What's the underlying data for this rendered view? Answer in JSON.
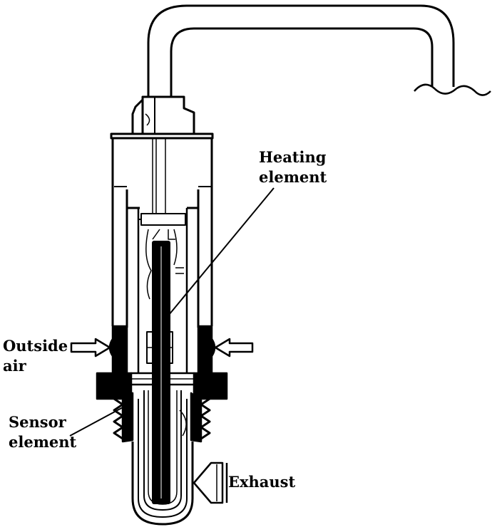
{
  "labels": {
    "heating_line1": "Heating",
    "heating_line2": "element",
    "outside_line1": "Outside",
    "outside_line2": "air",
    "sensor_line1": "Sensor",
    "sensor_line2": "element",
    "exhaust": "Exhaust"
  },
  "colors": {
    "ink": "#000000",
    "paper": "#ffffff"
  }
}
